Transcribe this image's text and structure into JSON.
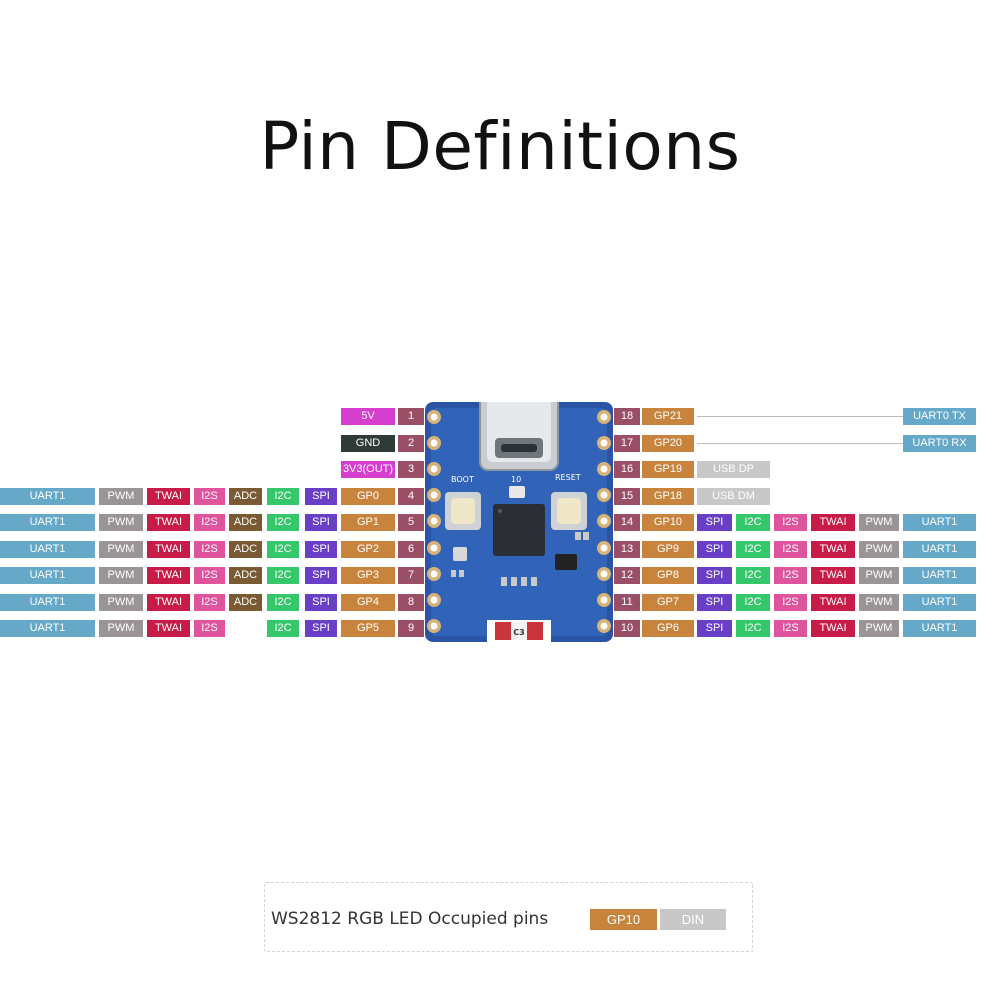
{
  "title": "Pin Definitions",
  "colors": {
    "power": "#d63ed0",
    "ground": "#2f3b34",
    "pin_number": "#9b4f66",
    "gpio": "#c8843d",
    "spi": "#6a3fc7",
    "i2c": "#35c86a",
    "i2s": "#e0549e",
    "adc": "#7a5a33",
    "twai": "#c81c48",
    "pwm": "#9a9496",
    "uart": "#66a8c8",
    "usb": "#c8c8c8"
  },
  "left_pins": [
    {
      "num": "1",
      "name": "5V",
      "type": "power",
      "functions": []
    },
    {
      "num": "2",
      "name": "GND",
      "type": "ground",
      "functions": []
    },
    {
      "num": "3",
      "name": "3V3(OUT)",
      "type": "power",
      "functions": []
    },
    {
      "num": "4",
      "name": "GP0",
      "type": "gpio",
      "functions": [
        "SPI",
        "I2C",
        "ADC",
        "I2S",
        "TWAI",
        "PWM",
        "UART1"
      ]
    },
    {
      "num": "5",
      "name": "GP1",
      "type": "gpio",
      "functions": [
        "SPI",
        "I2C",
        "ADC",
        "I2S",
        "TWAI",
        "PWM",
        "UART1"
      ]
    },
    {
      "num": "6",
      "name": "GP2",
      "type": "gpio",
      "functions": [
        "SPI",
        "I2C",
        "ADC",
        "I2S",
        "TWAI",
        "PWM",
        "UART1"
      ]
    },
    {
      "num": "7",
      "name": "GP3",
      "type": "gpio",
      "functions": [
        "SPI",
        "I2C",
        "ADC",
        "I2S",
        "TWAI",
        "PWM",
        "UART1"
      ]
    },
    {
      "num": "8",
      "name": "GP4",
      "type": "gpio",
      "functions": [
        "SPI",
        "I2C",
        "ADC",
        "I2S",
        "TWAI",
        "PWM",
        "UART1"
      ]
    },
    {
      "num": "9",
      "name": "GP5",
      "type": "gpio",
      "functions": [
        "SPI",
        "I2C",
        "",
        "I2S",
        "TWAI",
        "PWM",
        "UART1"
      ]
    }
  ],
  "right_pins": [
    {
      "num": "18",
      "name": "GP21",
      "type": "gpio",
      "functions": [],
      "far": "UART0 TX"
    },
    {
      "num": "17",
      "name": "GP20",
      "type": "gpio",
      "functions": [],
      "far": "UART0 RX"
    },
    {
      "num": "16",
      "name": "GP19",
      "type": "gpio",
      "functions": [
        "USB DP"
      ]
    },
    {
      "num": "15",
      "name": "GP18",
      "type": "gpio",
      "functions": [
        "USB DM"
      ]
    },
    {
      "num": "14",
      "name": "GP10",
      "type": "gpio",
      "functions": [
        "SPI",
        "I2C",
        "I2S",
        "TWAI",
        "PWM",
        "UART1"
      ]
    },
    {
      "num": "13",
      "name": "GP9",
      "type": "gpio",
      "functions": [
        "SPI",
        "I2C",
        "I2S",
        "TWAI",
        "PWM",
        "UART1"
      ]
    },
    {
      "num": "12",
      "name": "GP8",
      "type": "gpio",
      "functions": [
        "SPI",
        "I2C",
        "I2S",
        "TWAI",
        "PWM",
        "UART1"
      ]
    },
    {
      "num": "11",
      "name": "GP7",
      "type": "gpio",
      "functions": [
        "SPI",
        "I2C",
        "I2S",
        "TWAI",
        "PWM",
        "UART1"
      ]
    },
    {
      "num": "10",
      "name": "GP6",
      "type": "gpio",
      "functions": [
        "SPI",
        "I2C",
        "I2S",
        "TWAI",
        "PWM",
        "UART1"
      ]
    }
  ],
  "board": {
    "boot_label": "BOOT",
    "io_label": "10",
    "reset_label": "RESET",
    "chip_label": "C3"
  },
  "note": {
    "text": "WS2812 RGB LED Occupied pins",
    "pin": "GP10",
    "function": "DIN"
  }
}
